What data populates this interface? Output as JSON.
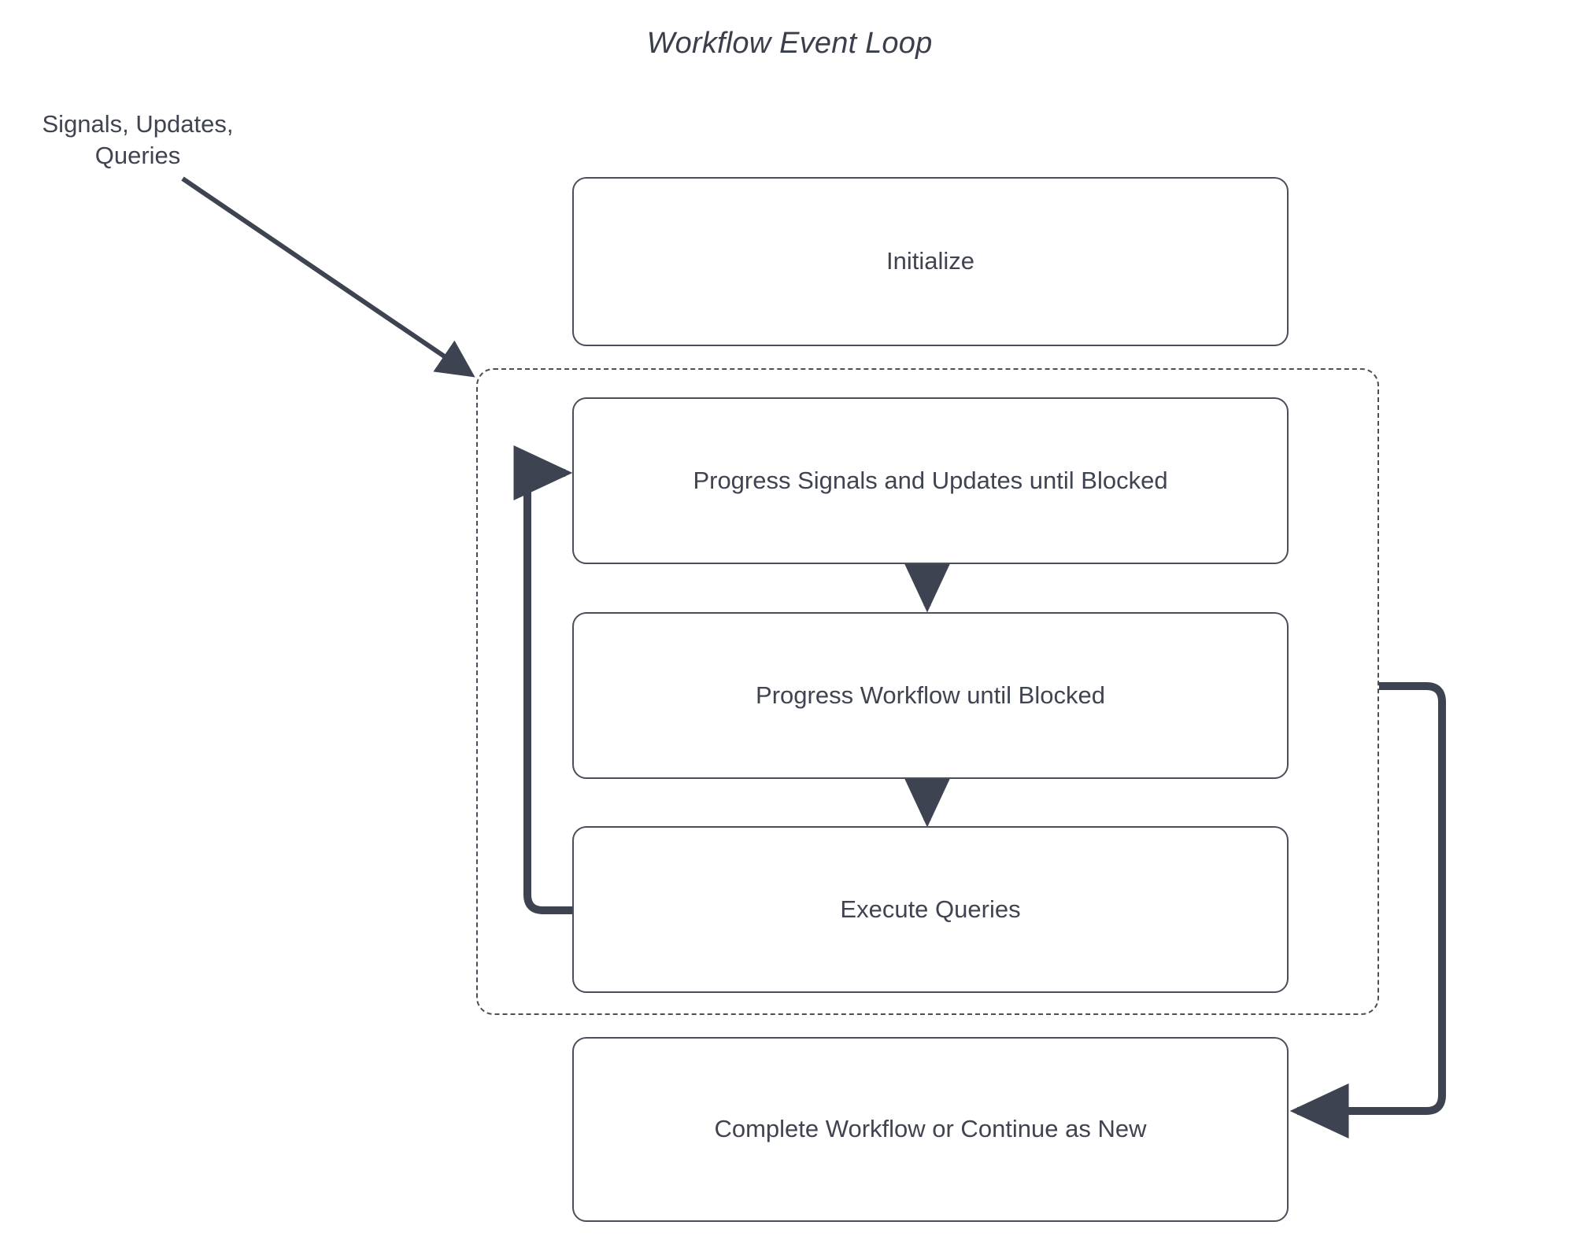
{
  "diagram": {
    "title": "Workflow Event Loop",
    "type": "flowchart",
    "colors": {
      "stroke": "#4a4f5a",
      "text": "#3f4450",
      "arrow": "#3d4350",
      "background": "#ffffff"
    },
    "external_label": {
      "line1": "Signals, Updates,",
      "line2": "Queries",
      "full": "Signals, Updates, Queries"
    },
    "nodes": [
      {
        "id": "initialize",
        "label": "Initialize"
      },
      {
        "id": "progress-signals",
        "label": "Progress Signals and Updates until Blocked"
      },
      {
        "id": "progress-workflow",
        "label": "Progress Workflow until Blocked"
      },
      {
        "id": "execute-queries",
        "label": "Execute Queries"
      },
      {
        "id": "complete",
        "label": "Complete Workflow or Continue as New"
      }
    ],
    "group": {
      "id": "event-loop-group",
      "style": "dashed",
      "label": ""
    },
    "edges": [
      {
        "from": "external-input",
        "to": "event-loop-group",
        "label": "",
        "style": "solid-arrow-diagonal"
      },
      {
        "from": "progress-signals",
        "to": "progress-workflow",
        "label": "",
        "style": "solid-arrow-down"
      },
      {
        "from": "progress-workflow",
        "to": "execute-queries",
        "label": "",
        "style": "solid-arrow-down"
      },
      {
        "from": "execute-queries",
        "to": "progress-signals",
        "label": "",
        "style": "loop-left-arrow-up"
      },
      {
        "from": "event-loop-group",
        "to": "complete",
        "label": "",
        "style": "loop-right-arrow-left"
      }
    ]
  }
}
